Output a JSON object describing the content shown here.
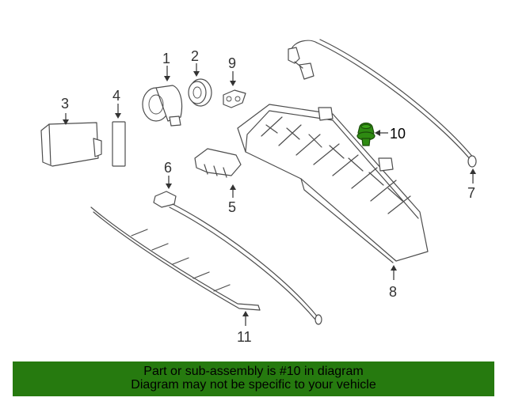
{
  "callouts": {
    "c1": "1",
    "c2": "2",
    "c3": "3",
    "c4": "4",
    "c5": "5",
    "c6": "6",
    "c7": "7",
    "c8": "8",
    "c9": "9",
    "c10": "10",
    "c11": "11"
  },
  "highlight_part": "10",
  "colors": {
    "highlight": "#2e8a12",
    "banner_bg": "#267a0f",
    "line": "#4d4d4d"
  },
  "banner": {
    "line1": "Part or sub-assembly is #10 in diagram",
    "line2": "Diagram may not be specific to your vehicle"
  }
}
